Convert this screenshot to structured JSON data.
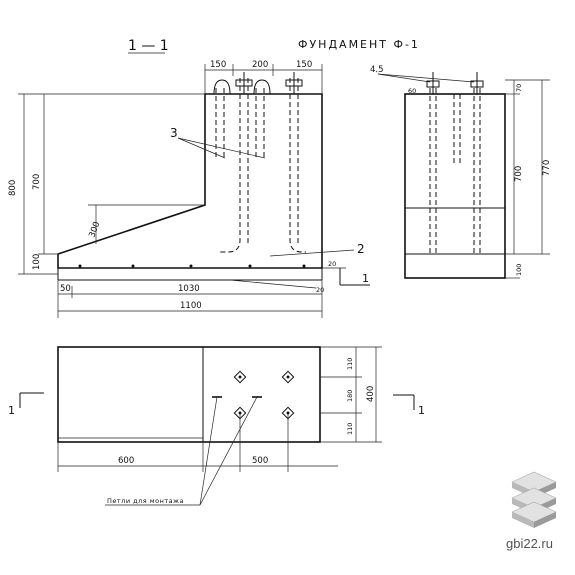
{
  "title": {
    "section": "1 — 1",
    "foundation": "ФУНДАМЕНТ Ф-1"
  },
  "section_view": {
    "dims_top": [
      "150",
      "200",
      "150"
    ],
    "height_total": "800",
    "height_inner": "700",
    "bottom_left": "100",
    "slope": "300",
    "callout_bolts": "3",
    "callout_plate": "2",
    "right_small": "20",
    "right_small2": "20",
    "section_mark": "1",
    "base_left": "50",
    "base_mid": "1030",
    "overall": "1100"
  },
  "side_view": {
    "ref": "4.5",
    "left_top": "60",
    "right_top": "70",
    "mid": "700",
    "overall": "770",
    "bottom": "100"
  },
  "plan_view": {
    "v1": "110",
    "v2": "180",
    "v3": "110",
    "overall_v": "400",
    "left_len": "600",
    "right_len": "500",
    "section_left": "1",
    "section_right": "1",
    "mount_label": "Петли для монтажа"
  },
  "watermark": "gbi22.ru",
  "colors": {
    "ink": "#111111",
    "logo": "#b9b9b9"
  }
}
